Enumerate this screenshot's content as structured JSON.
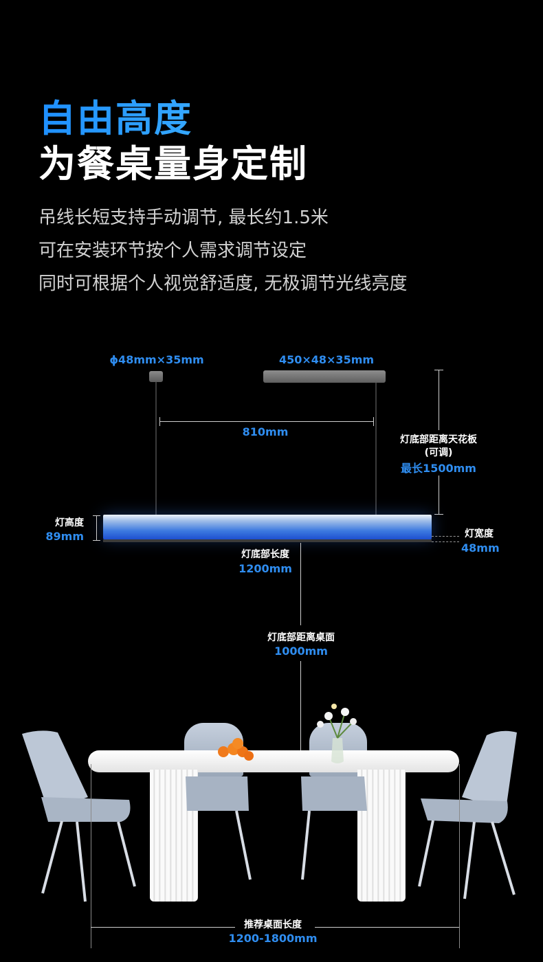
{
  "headline": {
    "line1": "自由高度",
    "line2": "为餐桌量身定制"
  },
  "description": [
    "吊线长短支持手动调节, 最长约1.5米",
    "可在安装环节按个人需求调节设定",
    "同时可根据个人视觉舒适度, 无极调节光线亮度"
  ],
  "dimensions": {
    "canopy_round": "ϕ48mm×35mm",
    "canopy_bar": "450×48×35mm",
    "wire_spacing": "810mm",
    "ceiling_distance_label": "灯底部距离天花板",
    "ceiling_distance_note": "(可调)",
    "ceiling_distance_value": "最长1500mm",
    "lamp_height_label": "灯高度",
    "lamp_height_value": "89mm",
    "lamp_width_label": "灯宽度",
    "lamp_width_value": "48mm",
    "lamp_length_label": "灯底部长度",
    "lamp_length_value": "1200mm",
    "table_distance_label": "灯底部距离桌面",
    "table_distance_value": "1000mm",
    "table_length_label": "推荐桌面长度",
    "table_length_value": "1200-1800mm"
  },
  "colors": {
    "accent": "#2f8df0",
    "background": "#000000",
    "lamp_glow": "#3d7ae0"
  }
}
